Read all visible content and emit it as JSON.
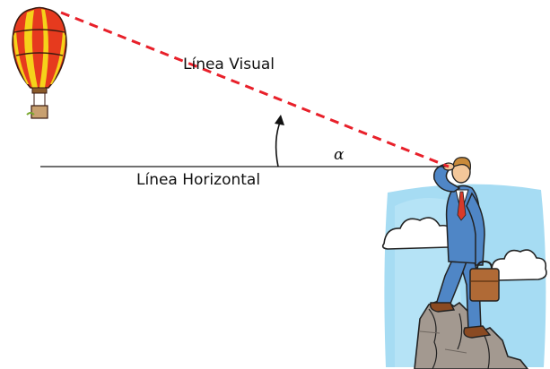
{
  "labels": {
    "line_of_sight": "Línea Visual",
    "horizontal_line": "Línea Horizontal",
    "angle_symbol": "α"
  },
  "colors": {
    "line_of_sight": "#e8202a",
    "horizontal_line": "#1a1a1a",
    "balloon_red": "#e63a1e",
    "balloon_yellow": "#f5d21a",
    "suit_blue": "#4f86c6",
    "sky_blue": "#9cd9f2",
    "rock": "#9a8f86",
    "briefcase": "#b06a36"
  },
  "icons": {
    "balloon": "hot-air-balloon-icon",
    "observer": "businessman-observer-icon"
  }
}
